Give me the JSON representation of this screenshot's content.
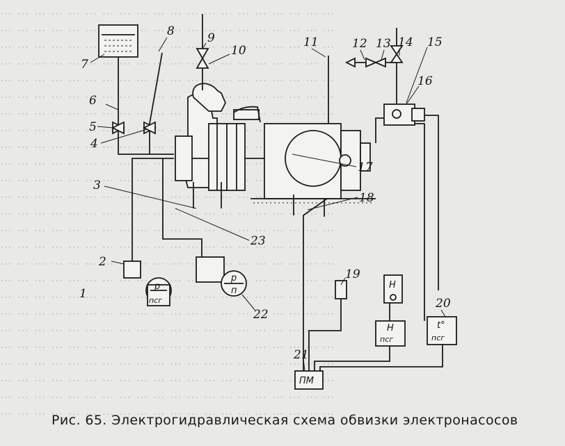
{
  "background_text": [
    "… … … … … … … … … … … … … … … … … … … …",
    "… … … … … … … … … … … … … … … … … … … …",
    "… … … … … … … … … … … … … … … … … … … …",
    "… … … … … … … … … … … … … … … … … … … …",
    "… … … … … … … … … … … … … … … … … … … …",
    "… … … … … … … … … … … … … … … … … … … …",
    "… … … … … … … … … … … … … … … … … … … …",
    "… … … … … … … … … … … … … … … … … … … …",
    "… … … … … … … … … … … … … … … … … … … …",
    "… … … … … … … … … … … … … … … … … … … …",
    "… … … … … … … … … … … … … … … … … … … …",
    "… … … … … … … … … … … … … … … … … … … …",
    "… … … … … … … … … … … … … … … … … … … …",
    "… … … … … … … … … … … … … … … … … … … …",
    "… … … … … … … … … … … … … … … … … … … …",
    "… … … … … … … … … … … … … … … … … … … …",
    "… … … … … … … … … … … … … … … … … … … …",
    "… … … … … … … … … … … … … … … … … … … …",
    "… … … … … … … … … … … … … … … … … … … …",
    "… … … … … … … … … … … … … … … … … … … …",
    "… … … … … … … … … … … … … … … … … … … …",
    "… … … … … … … … … … … … … … … … … … … …",
    "… … … … … … … … … … … … … … … … … … … …",
    "… … … … … … … … … … … … … … … … … … … …",
    "… … … … … … … … … … … … … … … … … … … …"
  ],
  "callouts": [
    "1",
    "2",
    "3",
    "4",
    "5",
    "6",
    "7",
    "8",
    "9",
    "10",
    "11",
    "12",
    "13",
    "14",
    "15",
    "16",
    "17",
    "18",
    "19",
    "20",
    "21",
    "22",
    "23"
  ],
  "instruments": {
    "dev1": {
      "top": "p",
      "bottom": "пcг"
    },
    "dev22": {
      "top": "p",
      "bottom": "п"
    },
    "dev_h_indicator": "Н",
    "dev_h_transmitter": {
      "top": "Н",
      "bottom": "пcг"
    },
    "dev20": {
      "top": "t°",
      "bottom": "пcг"
    },
    "pm": "ПМ"
  },
  "caption": "Рис. 65. Электрогидравлическая схема обвизки электронасосов"
}
